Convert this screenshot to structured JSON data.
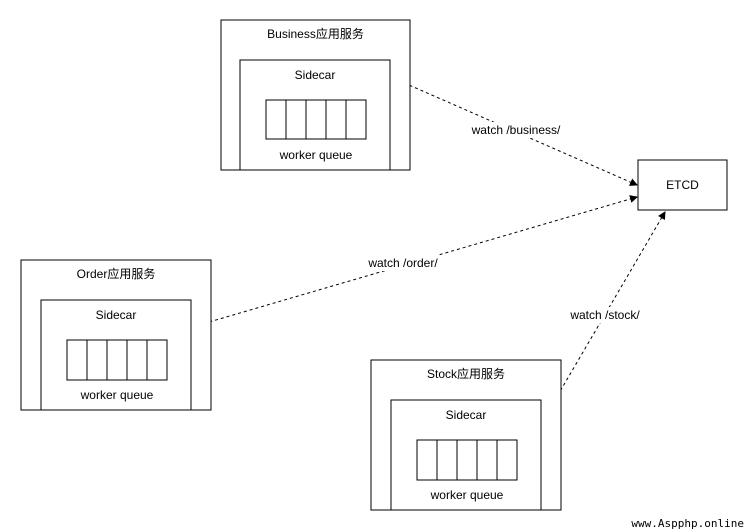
{
  "etcd": {
    "label": "ETCD"
  },
  "services": [
    {
      "title": "Business应用服务",
      "sidecar": "Sidecar",
      "queue": "worker queue",
      "queue_cells": 5
    },
    {
      "title": "Order应用服务",
      "sidecar": "Sidecar",
      "queue": "worker queue",
      "queue_cells": 5
    },
    {
      "title": "Stock应用服务",
      "sidecar": "Sidecar",
      "queue": "worker queue",
      "queue_cells": 5
    }
  ],
  "edges": [
    {
      "label": "watch /business/"
    },
    {
      "label": "watch /order/"
    },
    {
      "label": "watch /stock/"
    }
  ],
  "watermark": "www.Aspphp.online"
}
